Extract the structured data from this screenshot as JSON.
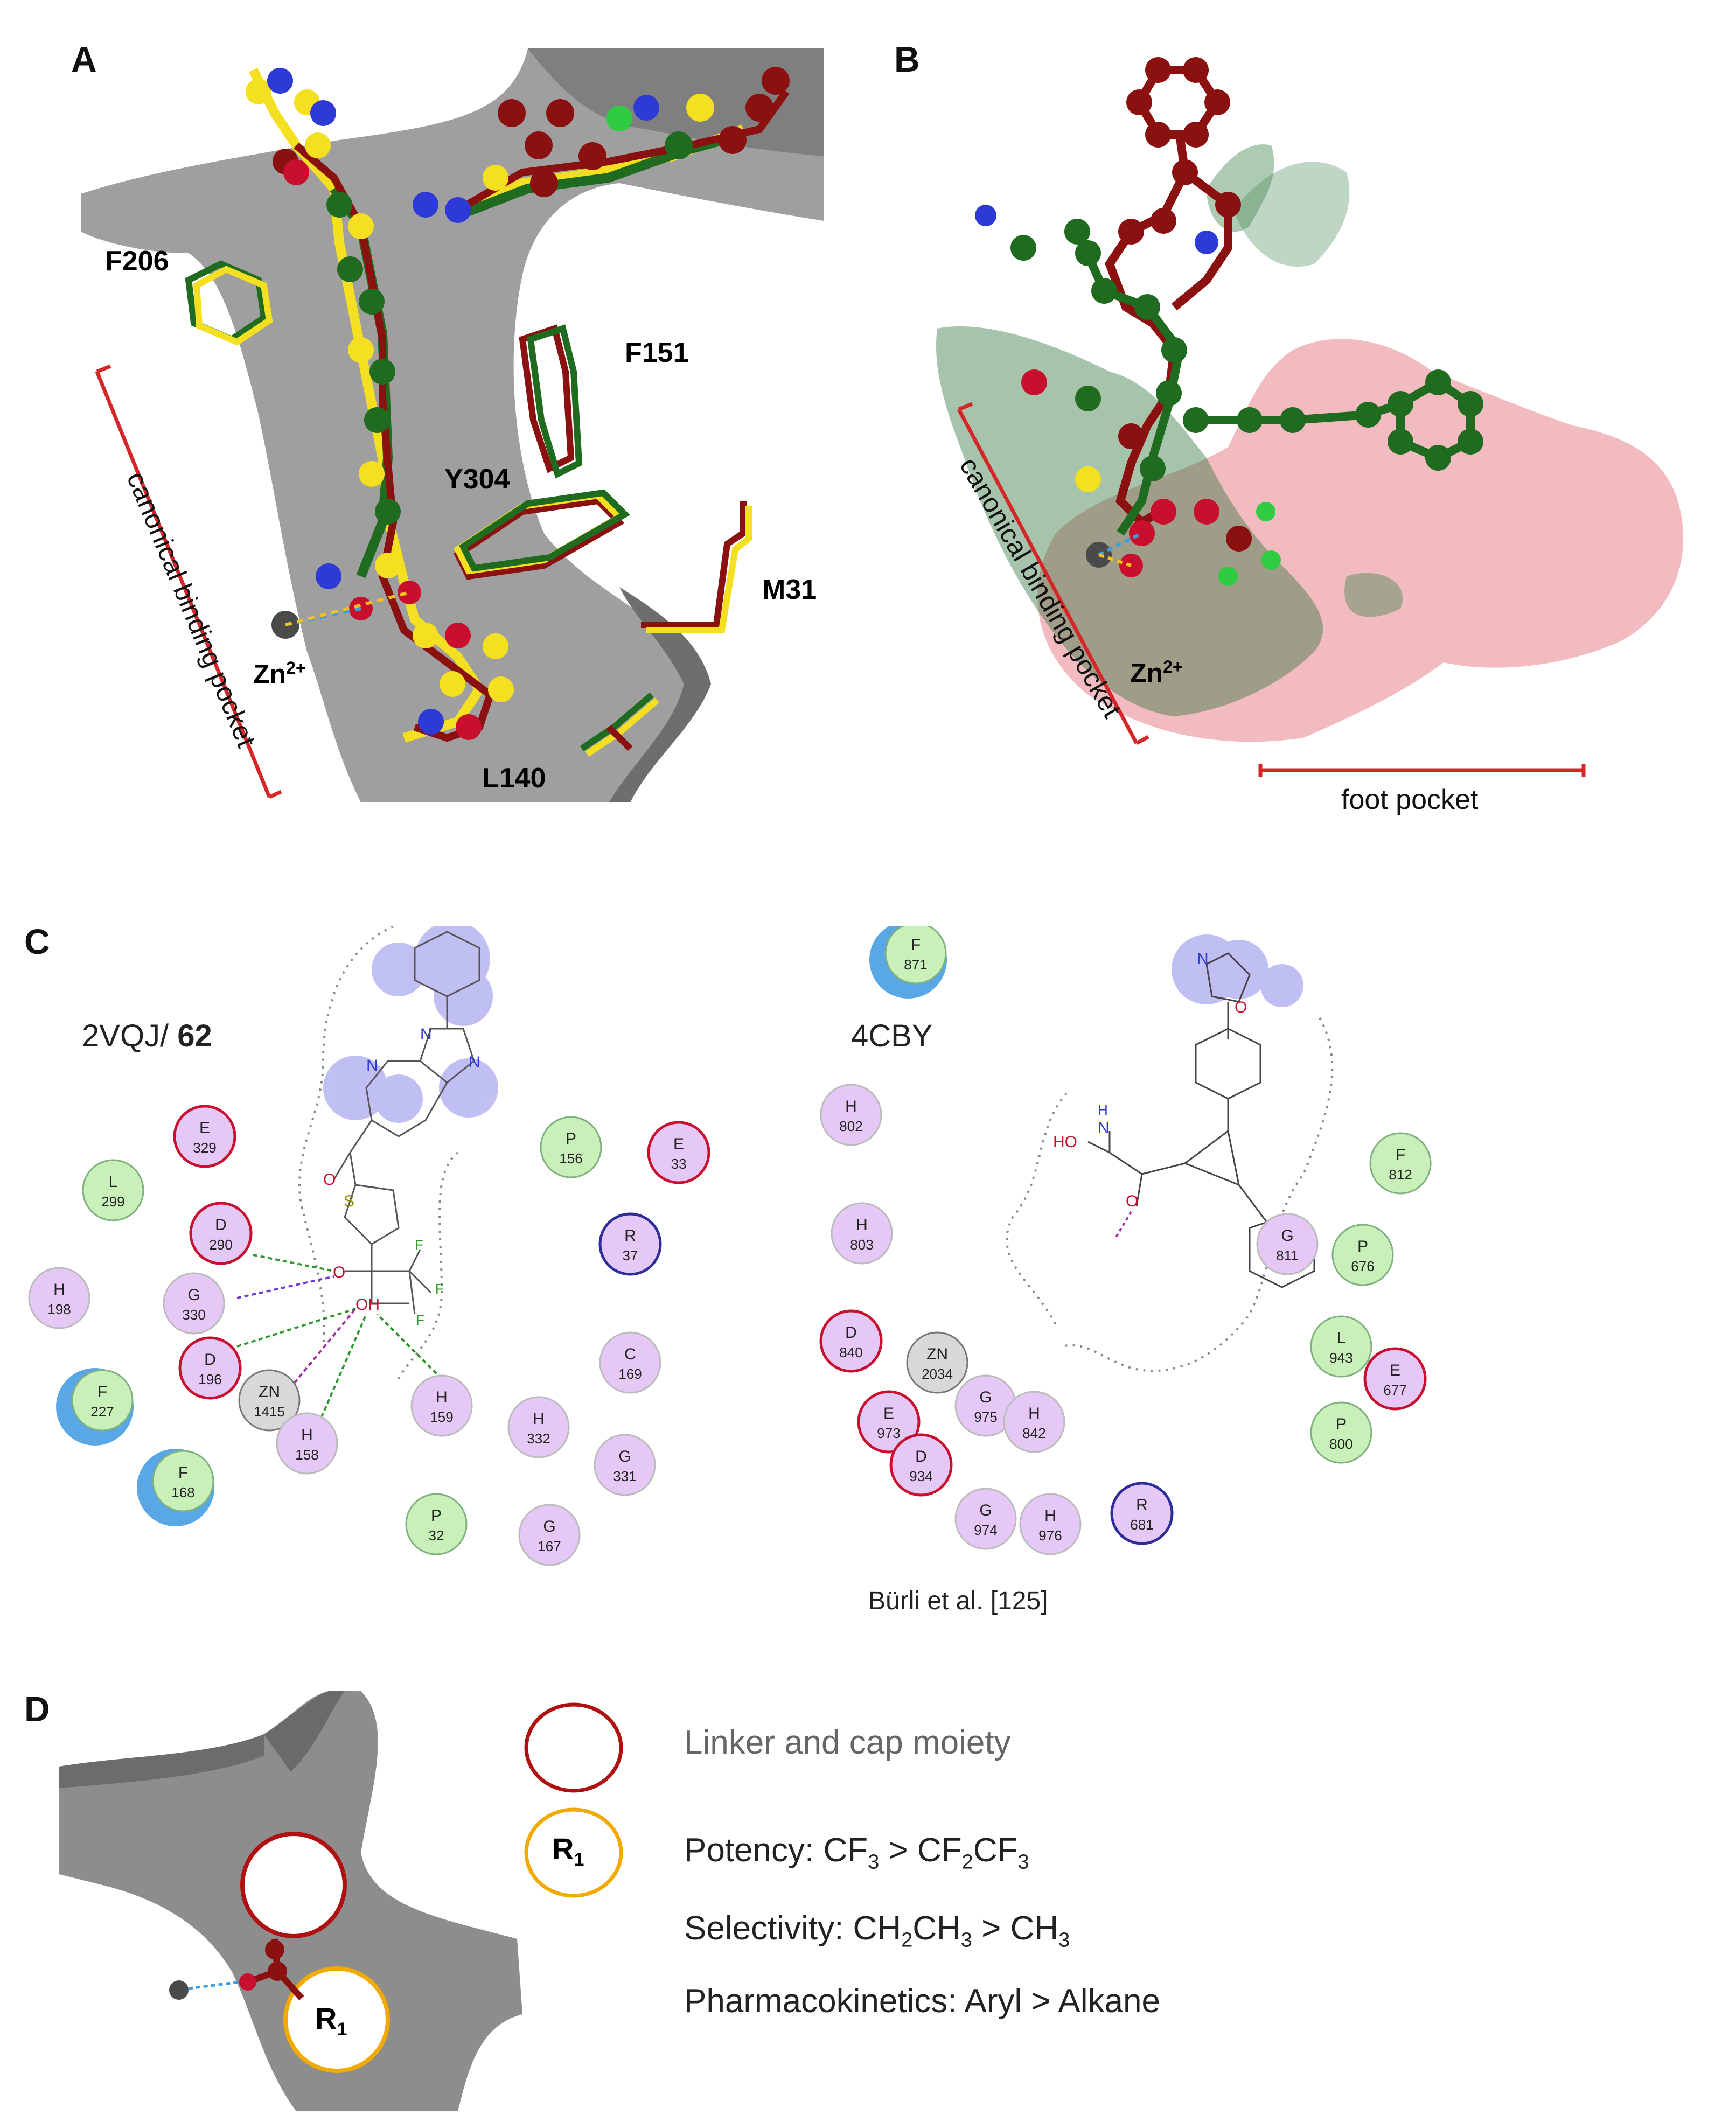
{
  "panels": {
    "A": {
      "letter": "A",
      "residues": [
        "F206",
        "F151",
        "Y304",
        "M31",
        "L140"
      ],
      "zinc_label": "Zn",
      "zinc_charge": "2+",
      "pocket_label": "canonical binding pocket"
    },
    "B": {
      "letter": "B",
      "zinc_label": "Zn",
      "zinc_charge": "2+",
      "pocket_label": "canonical binding pocket",
      "foot_label": "foot pocket"
    },
    "C": {
      "letter": "C",
      "left_title_prefix": "2VQJ/ ",
      "left_title_bold": "62",
      "right_title": "4CBY",
      "reference": "Bürli et al. [125]",
      "left_residues": [
        {
          "code": "E",
          "num": "329",
          "type": "acidic"
        },
        {
          "code": "L",
          "num": "299",
          "type": "hydrophobic"
        },
        {
          "code": "D",
          "num": "290",
          "type": "acidic"
        },
        {
          "code": "H",
          "num": "198",
          "type": "polar"
        },
        {
          "code": "G",
          "num": "330",
          "type": "polar"
        },
        {
          "code": "F",
          "num": "227",
          "type": "hydrophobic"
        },
        {
          "code": "D",
          "num": "196",
          "type": "acidic"
        },
        {
          "code": "ZN",
          "num": "1415",
          "type": "metal"
        },
        {
          "code": "F",
          "num": "168",
          "type": "hydrophobic"
        },
        {
          "code": "H",
          "num": "158",
          "type": "polar"
        },
        {
          "code": "H",
          "num": "159",
          "type": "polar"
        },
        {
          "code": "P",
          "num": "32",
          "type": "hydrophobic"
        },
        {
          "code": "G",
          "num": "167",
          "type": "polar"
        },
        {
          "code": "H",
          "num": "332",
          "type": "polar"
        },
        {
          "code": "G",
          "num": "331",
          "type": "polar"
        },
        {
          "code": "C",
          "num": "169",
          "type": "polar"
        },
        {
          "code": "R",
          "num": "37",
          "type": "basic"
        },
        {
          "code": "P",
          "num": "156",
          "type": "hydrophobic"
        },
        {
          "code": "E",
          "num": "33",
          "type": "acidic"
        }
      ],
      "right_residues": [
        {
          "code": "F",
          "num": "871",
          "type": "hydrophobic"
        },
        {
          "code": "H",
          "num": "802",
          "type": "polar"
        },
        {
          "code": "H",
          "num": "803",
          "type": "polar"
        },
        {
          "code": "D",
          "num": "840",
          "type": "acidic"
        },
        {
          "code": "ZN",
          "num": "2034",
          "type": "metal"
        },
        {
          "code": "E",
          "num": "973",
          "type": "acidic"
        },
        {
          "code": "D",
          "num": "934",
          "type": "acidic"
        },
        {
          "code": "G",
          "num": "975",
          "type": "polar"
        },
        {
          "code": "H",
          "num": "842",
          "type": "polar"
        },
        {
          "code": "G",
          "num": "974",
          "type": "polar"
        },
        {
          "code": "H",
          "num": "976",
          "type": "polar"
        },
        {
          "code": "R",
          "num": "681",
          "type": "basic"
        },
        {
          "code": "P",
          "num": "800",
          "type": "hydrophobic"
        },
        {
          "code": "E",
          "num": "677",
          "type": "acidic"
        },
        {
          "code": "L",
          "num": "943",
          "type": "hydrophobic"
        },
        {
          "code": "P",
          "num": "676",
          "type": "hydrophobic"
        },
        {
          "code": "F",
          "num": "812",
          "type": "hydrophobic"
        },
        {
          "code": "G",
          "num": "811",
          "type": "polar"
        }
      ],
      "atom_labels_left": [
        "N",
        "N",
        "N",
        "O",
        "S",
        "F",
        "F",
        "F",
        "O",
        "OH"
      ],
      "atom_labels_right": [
        "N",
        "O",
        "H",
        "N",
        "HO",
        "O",
        "O"
      ]
    },
    "D": {
      "letter": "D",
      "r1_label": "R",
      "r1_sub": "1",
      "legend": {
        "circle_label": "Linker and cap moiety",
        "potency": {
          "prefix": "Potency: CF",
          "s1": "3",
          "mid": " > CF",
          "s2": "2",
          "mid2": "CF",
          "s3": "3"
        },
        "selectivity": {
          "prefix": "Selectivity: CH",
          "s1": "2",
          "mid": "CH",
          "s2": "3",
          "mid2": " > CH",
          "s3": "3"
        },
        "pharmacokinetics": "Pharmacokinetics: Aryl > Alkane"
      }
    }
  },
  "colors": {
    "red_bracket": "#d62728",
    "acidic_border": "#c8102e",
    "basic_border": "#2c2c9a",
    "polar_fill": "#e5c8f5",
    "hydrophobic_fill": "#c8f0b8",
    "exposure_blue": "#5aa7e6",
    "cap_circle": "#b01010",
    "r1_circle": "#f2a900",
    "ligand_yellow": "#f4e021",
    "ligand_green": "#1f6b1f",
    "ligand_red": "#8b1010"
  }
}
